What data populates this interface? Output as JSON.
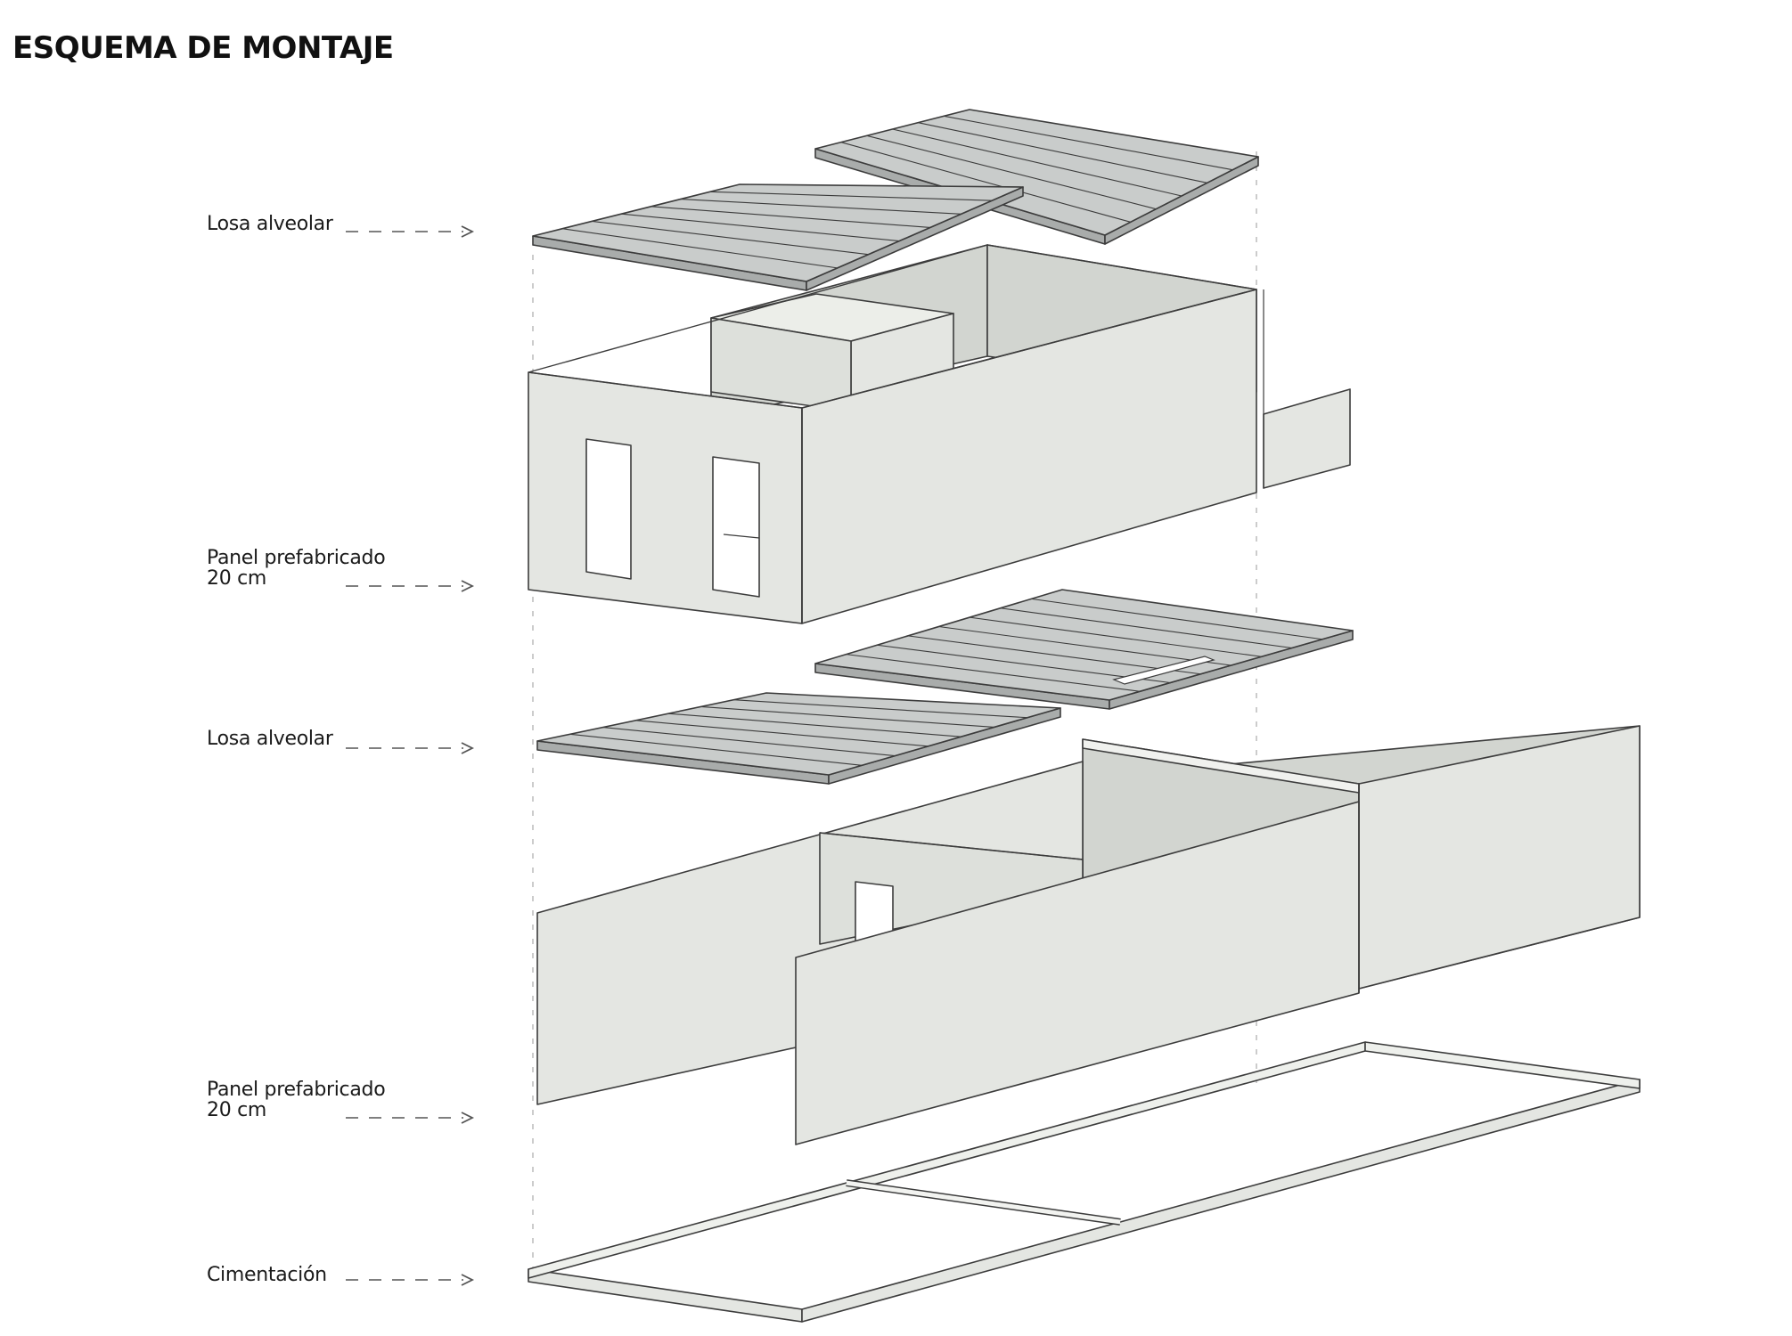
{
  "title": "ESQUEMA DE MONTAJE",
  "layers": [
    {
      "id": "roof-slab",
      "lines": [
        "Losa alveolar"
      ]
    },
    {
      "id": "upper-panels",
      "lines": [
        "Panel prefabricado",
        "20 cm"
      ]
    },
    {
      "id": "floor-slab",
      "lines": [
        "Losa alveolar"
      ]
    },
    {
      "id": "lower-panels",
      "lines": [
        "Panel prefabricado",
        "20 cm"
      ]
    },
    {
      "id": "foundation",
      "lines": [
        "Cimentación"
      ]
    }
  ],
  "colors": {
    "slab": "#c9cccb",
    "slab_side": "#a9acab",
    "panel": "#e4e6e2",
    "panel_dark": "#d2d5d0",
    "stroke": "#3c3c3c",
    "guide": "#9a9a9a"
  }
}
